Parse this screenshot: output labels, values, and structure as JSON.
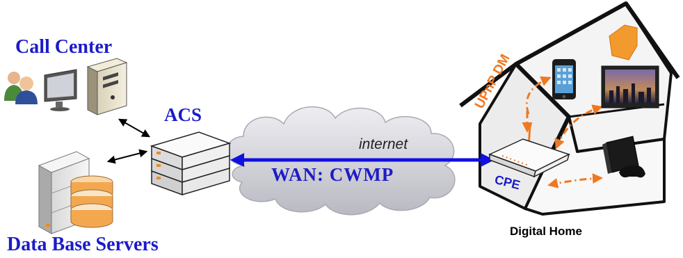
{
  "labels": {
    "call_center": "Call Center",
    "acs": "ACS",
    "data_base_servers": "Data Base Servers",
    "wan": "WAN: CWMP",
    "internet": "internet",
    "upnp_dm": "UPnP DM",
    "cpe": "CPE",
    "digital_home": "Digital Home"
  },
  "colors": {
    "label_blue": "#1c1cc8",
    "wan_link": "#1010e0",
    "upnp_orange": "#f07820",
    "cloud": "#cfcfd6"
  },
  "icons": [
    "users-icon",
    "monitor-icon",
    "pc-tower-icon",
    "database-server-icon",
    "acs-server-icon",
    "cloud-icon",
    "house-icon",
    "cpe-router-icon",
    "smartphone-icon",
    "tv-icon",
    "game-console-icon",
    "smoke-detector-icon"
  ]
}
